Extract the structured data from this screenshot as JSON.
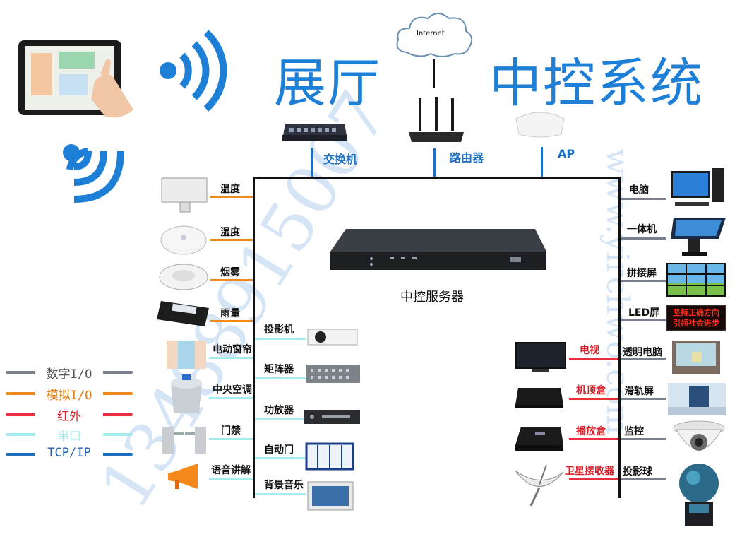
{
  "title": {
    "left": "展厅",
    "right": "中控系统"
  },
  "cloud_label": "Internet",
  "top_devices": [
    {
      "label": "交换机"
    },
    {
      "label": "路由器"
    },
    {
      "label": "AP"
    }
  ],
  "center": {
    "label": "中控服务器"
  },
  "left_sensors": [
    {
      "label": "温度"
    },
    {
      "label": "湿度"
    },
    {
      "label": "烟雾"
    },
    {
      "label": "雨量"
    }
  ],
  "left_outer": [
    {
      "label": "电动窗帘"
    },
    {
      "label": "中央空调"
    },
    {
      "label": "门禁"
    },
    {
      "label": "语音讲解"
    }
  ],
  "left_inner": [
    {
      "label": "投影机"
    },
    {
      "label": "矩阵器"
    },
    {
      "label": "功放器"
    },
    {
      "label": "自动门"
    },
    {
      "label": "背景音乐"
    }
  ],
  "right_devices": [
    {
      "label": "电脑"
    },
    {
      "label": "一体机"
    },
    {
      "label": "拼接屏"
    },
    {
      "label": "LED屏"
    },
    {
      "label": "透明电脑"
    },
    {
      "label": "滑轨屏"
    },
    {
      "label": "监控"
    },
    {
      "label": "投影球"
    }
  ],
  "right_inner": [
    {
      "label": "电视"
    },
    {
      "label": "机顶盒"
    },
    {
      "label": "播放盒"
    },
    {
      "label": "卫星接收器"
    }
  ],
  "led_text": {
    "line1": "坚持正确方向",
    "line2": "引领社会进步"
  },
  "legend": [
    {
      "label": "数字I/O",
      "color": "#7a7f8f"
    },
    {
      "label": "模拟I/O",
      "color": "#f08a1c"
    },
    {
      "label": "红外",
      "color": "#e8303a"
    },
    {
      "label": "串口",
      "color": "#a6ecee"
    },
    {
      "label": "TCP/IP",
      "color": "#1e6fc0"
    }
  ],
  "watermarks": {
    "phone": "13488915007",
    "site": "www.yirchwo.com"
  }
}
